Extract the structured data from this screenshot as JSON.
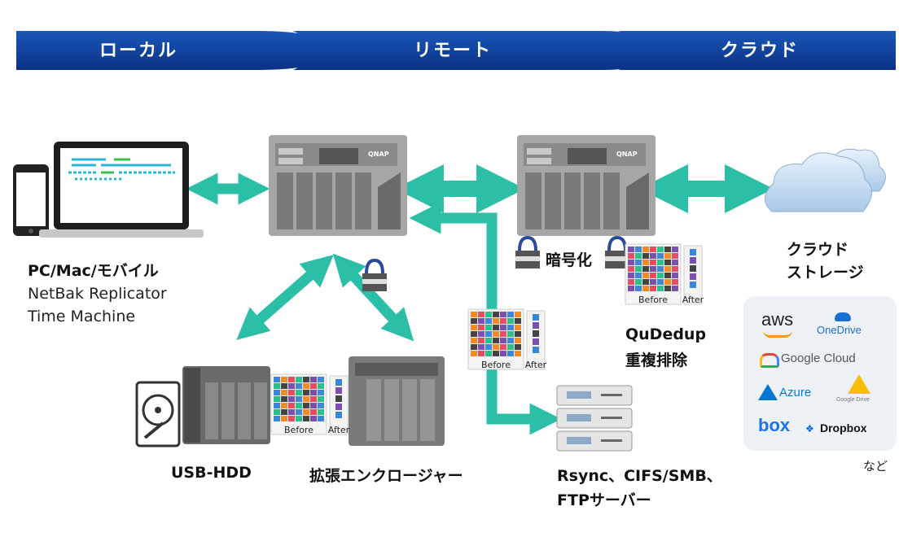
{
  "banner": {
    "local": "ローカル",
    "remote": "リモート",
    "cloud": "クラウド"
  },
  "labels": {
    "pc_title": "PC/Mac/モバイル",
    "pc_line1": "NetBak Replicator",
    "pc_line2": "Time Machine",
    "usb": "USB-HDD",
    "expansion": "拡張エンクロージャー",
    "rsync_line1": "Rsync、CIFS/SMB、",
    "rsync_line2": "FTPサーバー",
    "encryption": "暗号化",
    "qudedup_line1": "QuDedup",
    "qudedup_line2": "重複排除",
    "cloud_line1": "クラウド",
    "cloud_line2": "ストレージ",
    "etc": "など"
  },
  "dedup": {
    "before": "Before",
    "after": "After"
  },
  "nas_brand": "QNAP",
  "cloud_providers": [
    "aws",
    "OneDrive",
    "Google Cloud",
    "Azure",
    "Google Drive",
    "box",
    "Dropbox"
  ],
  "colors": {
    "banner": "#0a3d91",
    "arrow": "#2bbfa8",
    "nas_body": "#9a9a9a",
    "cloud": "#bcd6ee"
  }
}
